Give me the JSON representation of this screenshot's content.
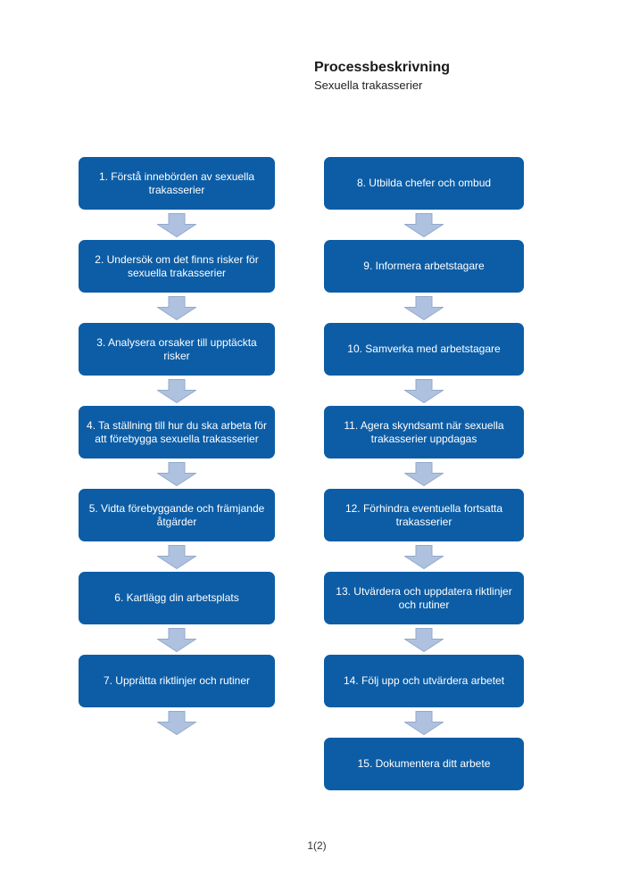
{
  "header": {
    "title": "Processbeskrivning",
    "subtitle": "Sexuella trakasserier"
  },
  "flow": {
    "box_color": "#0C5DA6",
    "box_text_color": "#FFFFFF",
    "arrow_color": "#AEC2DF",
    "arrow_border_color": "#93A9CC",
    "left_steps": [
      "1. Förstå innebörden av sexuella trakasserier",
      "2. Undersök om det finns risker för sexuella trakasserier",
      "3. Analysera orsaker till upptäckta risker",
      "4. Ta ställning till hur du ska arbeta för att förebygga sexuella trakasserier",
      "5. Vidta förebyggande och främjande åtgärder",
      "6. Kartlägg din arbetsplats",
      "7. Upprätta riktlinjer och rutiner"
    ],
    "right_steps": [
      "8. Utbilda chefer och ombud",
      "9. Informera arbetstagare",
      "10. Samverka med arbetstagare",
      "11. Agera skyndsamt när sexuella trakasserier uppdagas",
      "12. Förhindra eventuella fortsatta trakasserier",
      "13. Utvärdera och uppdatera riktlinjer och rutiner",
      "14. Följ upp och utvärdera arbetet",
      "15. Dokumentera ditt arbete"
    ]
  },
  "footer": {
    "page_number": "1(2)"
  }
}
